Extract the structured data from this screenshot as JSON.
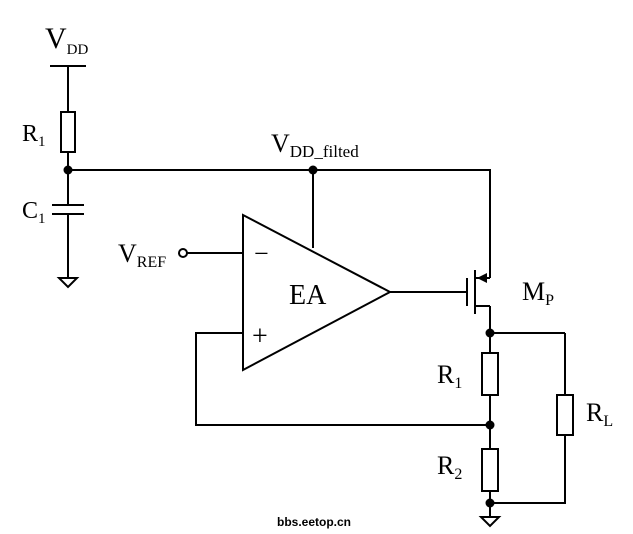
{
  "labels": {
    "vdd": {
      "main": "V",
      "sub": "DD"
    },
    "vdd_filtered": {
      "main": "V",
      "sub": "DD_filted"
    },
    "vref": {
      "main": "V",
      "sub": "REF"
    },
    "r1_top": {
      "main": "R",
      "sub": "1"
    },
    "c1": {
      "main": "C",
      "sub": "1"
    },
    "ea": "EA",
    "minus": "−",
    "plus": "+",
    "mp": {
      "main": "M",
      "sub": "P"
    },
    "r1_div": {
      "main": "R",
      "sub": "1"
    },
    "r2": {
      "main": "R",
      "sub": "2"
    },
    "rl": {
      "main": "R",
      "sub": "L"
    }
  },
  "watermark": "bbs.eetop.cn"
}
